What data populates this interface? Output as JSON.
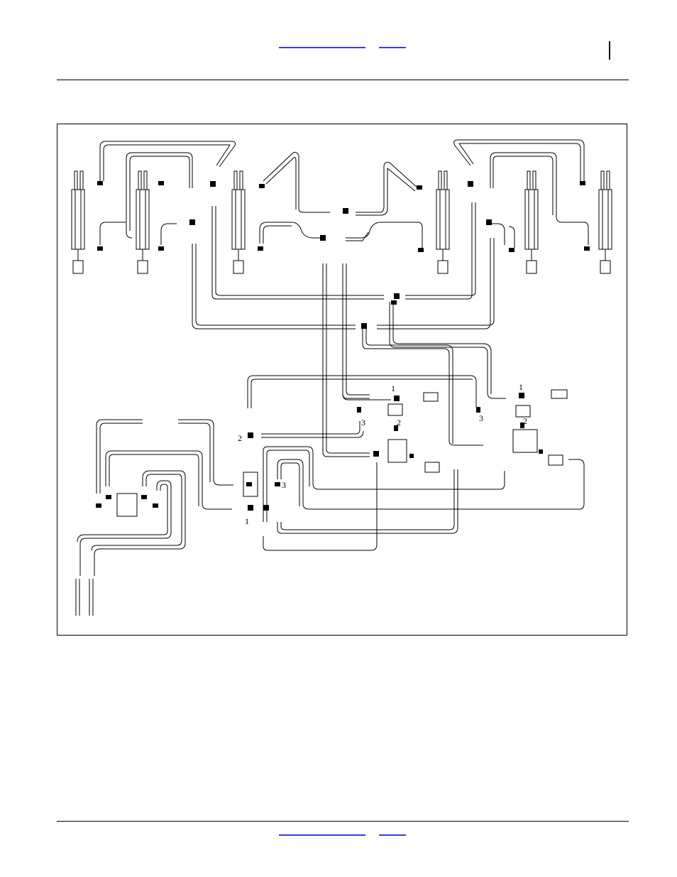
{
  "header": {
    "links": [
      "",
      ""
    ]
  },
  "footer": {
    "links": [
      "",
      ""
    ]
  },
  "diagram": {
    "callouts": [
      "1",
      "2",
      "3"
    ],
    "colors": {
      "line": "#000000",
      "fill": "#ffffff",
      "link": "#3b3bd6"
    }
  }
}
